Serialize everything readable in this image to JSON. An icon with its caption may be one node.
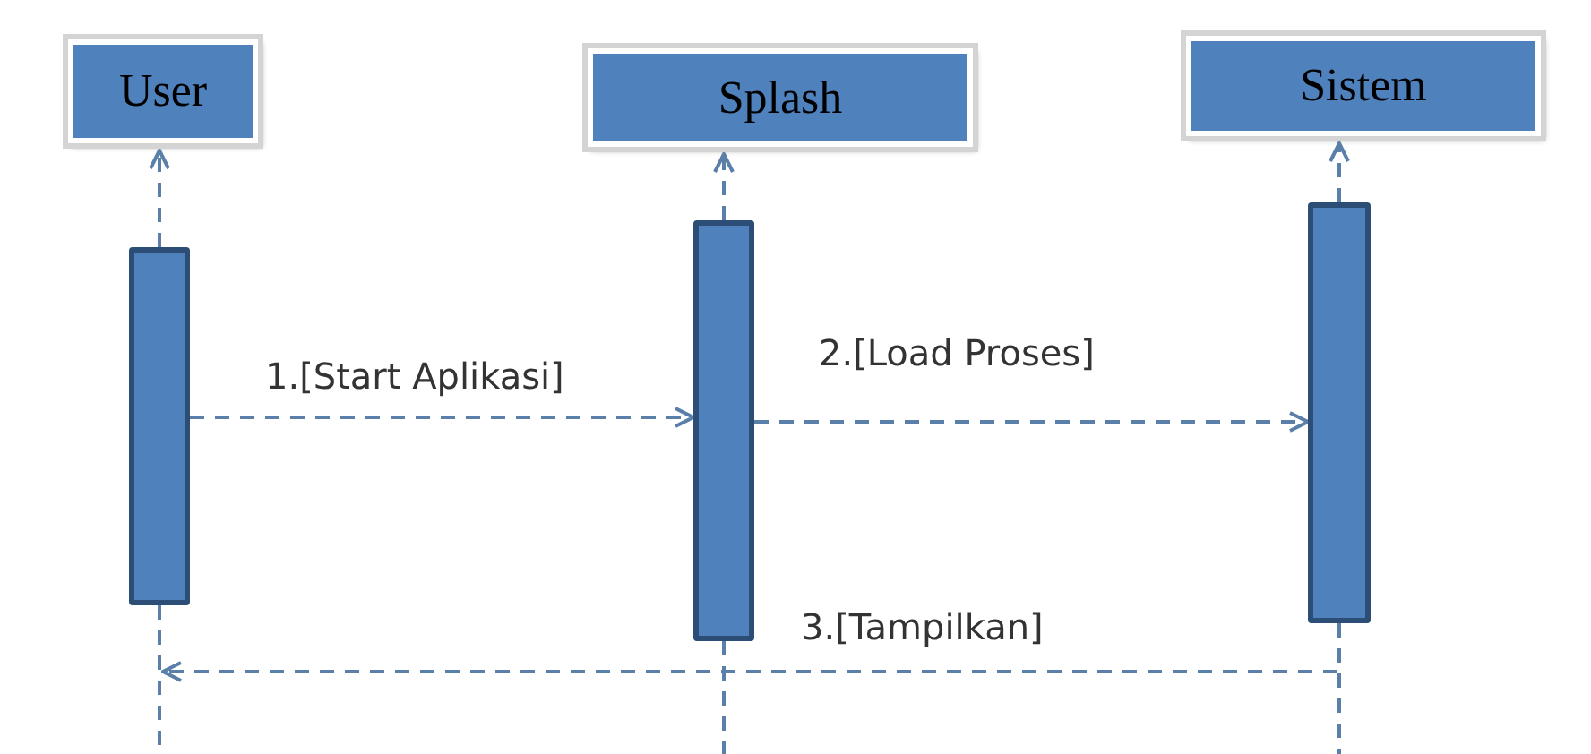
{
  "diagram": {
    "nodes": [
      {
        "text": [
          "User"
        ]
      },
      {
        "text": [
          "Splash"
        ]
      },
      {
        "text": [
          "Sistem"
        ]
      },
      {
        "text": [],
        "shape": "bar"
      },
      {
        "text": [],
        "shape": "bar"
      },
      {
        "text": [],
        "shape": "bar"
      }
    ],
    "edges": [
      {
        "from": 3,
        "to": 4,
        "arrow": "to",
        "label": "1.[Start Aplikasi]",
        "style": "dashed"
      },
      {
        "from": 4,
        "to": 5,
        "arrow": "to",
        "label": "2.[Load Proses]",
        "style": "dashed"
      },
      {
        "from": 5,
        "to": 3,
        "arrow": "to",
        "label": "3.[Tampilkan]",
        "style": "dashed"
      },
      {
        "from": 3,
        "to": 0,
        "arrow": "to",
        "style": "dashed"
      },
      {
        "from": 4,
        "to": 1,
        "arrow": "to",
        "style": "dashed"
      },
      {
        "from": 5,
        "to": 2,
        "arrow": "to",
        "style": "dashed"
      }
    ]
  }
}
